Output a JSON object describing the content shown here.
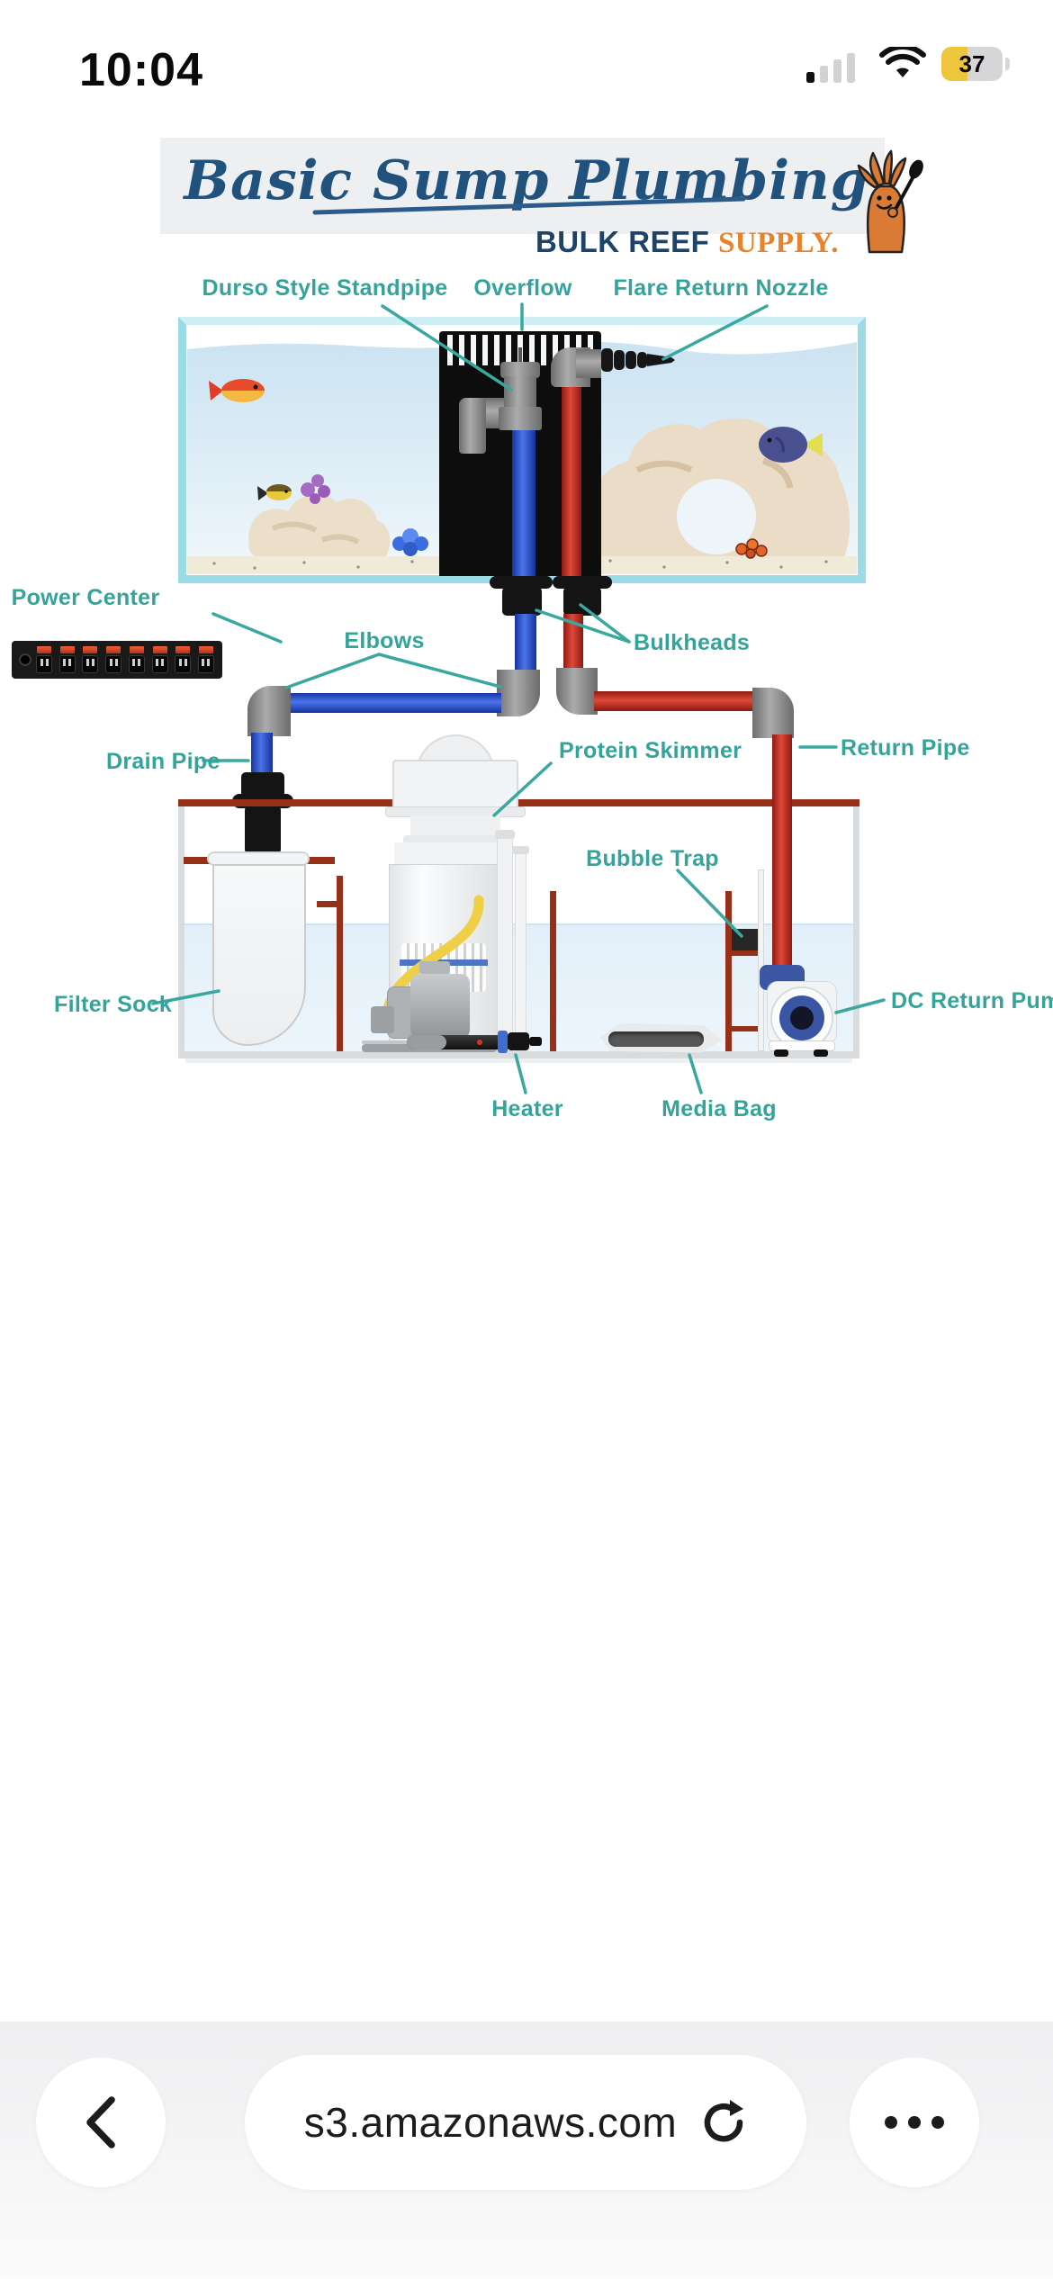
{
  "status_bar": {
    "time": "10:04",
    "battery_percent": "37"
  },
  "header": {
    "title": "Basic Sump Plumbing",
    "brand_bold": "BULK REEF",
    "brand_light": "SUPPLY."
  },
  "diagram": {
    "labels": {
      "durso": "Durso Style Standpipe",
      "overflow": "Overflow",
      "flare": "Flare Return Nozzle",
      "power_center": "Power Center",
      "elbows": "Elbows",
      "bulkheads": "Bulkheads",
      "drain_pipe": "Drain Pipe",
      "protein_skimmer": "Protein Skimmer",
      "return_pipe": "Return Pipe",
      "bubble_trap": "Bubble Trap",
      "filter_sock": "Filter Sock",
      "dc_return_pump": "DC Return Pump",
      "heater": "Heater",
      "media_bag": "Media Bag"
    },
    "colors": {
      "label_teal": "#34a49b",
      "title_navy": "#21527e",
      "brand_navy": "#1d4468",
      "brand_orange": "#e8832c",
      "pipe_blue": "#2b50d8",
      "pipe_red": "#c9302a",
      "baffle_brown": "#963018",
      "glass_teal": "#9adbe6",
      "battery_yellow": "#edc63d"
    }
  },
  "browser_bar": {
    "url": "s3.amazonaws.com"
  }
}
